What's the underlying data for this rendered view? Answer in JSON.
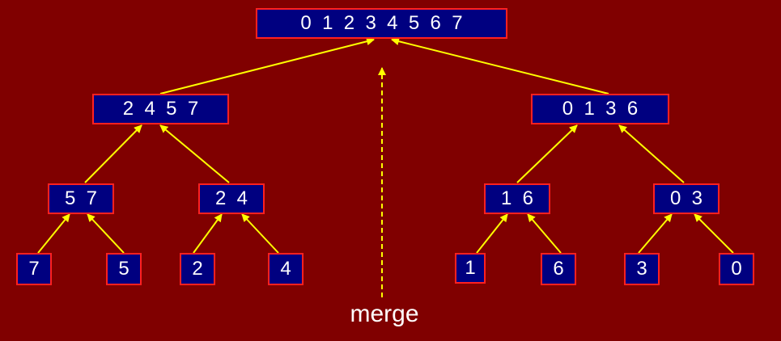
{
  "colors": {
    "background": "#800000",
    "node_fill": "#000080",
    "node_border": "#ff2020",
    "arrow": "#ffff00",
    "text": "#ffffff"
  },
  "label": "merge",
  "nodes": {
    "root": "0  1  2  3  4  5  6  7",
    "left": "2  4  5  7",
    "right": "0  1  3  6",
    "l1": "5  7",
    "l2": "2  4",
    "r1": "1  6",
    "r2": "0  3",
    "leaf1": "7",
    "leaf2": "5",
    "leaf3": "2",
    "leaf4": "4",
    "leaf5": "1",
    "leaf6": "6",
    "leaf7": "3",
    "leaf8": "0"
  }
}
